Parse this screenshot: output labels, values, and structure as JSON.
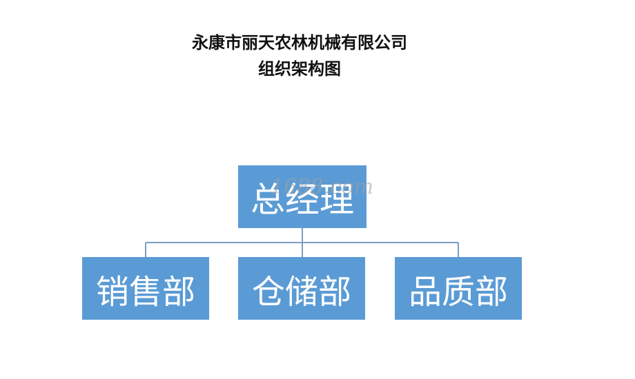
{
  "title": {
    "line1": "永康市丽天农林机械有限公司",
    "line2": "组织架构图"
  },
  "org": {
    "root": "总经理",
    "children": [
      "销售部",
      "仓储部",
      "品质部"
    ]
  },
  "watermark": "1688.com",
  "colors": {
    "box_fill": "#5b9bd5",
    "box_text": "#ffffff",
    "connector": "#7a9dbf",
    "title_text": "#111111"
  }
}
